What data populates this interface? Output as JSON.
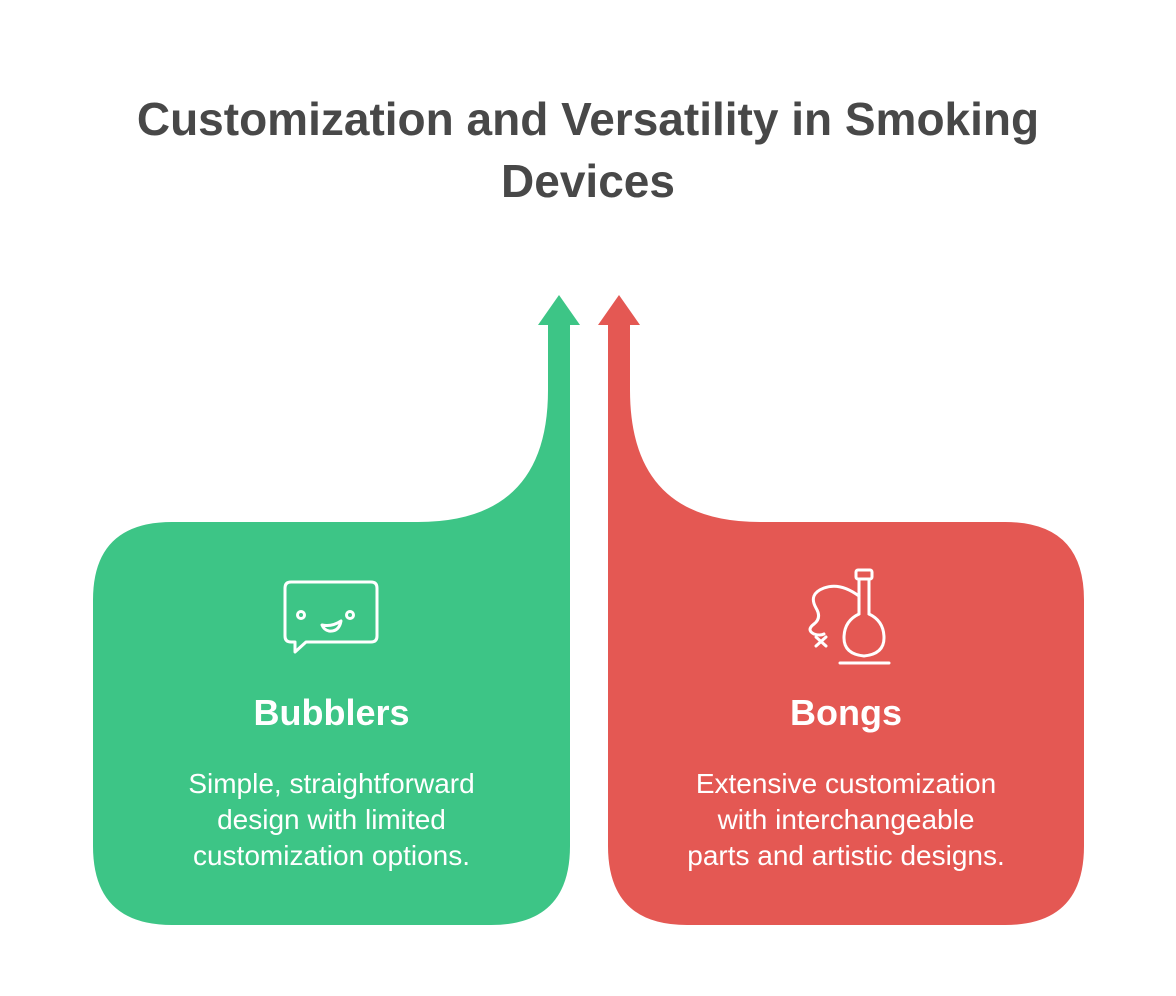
{
  "title": {
    "line1": "Customization and Versatility in Smoking",
    "line2": "Devices"
  },
  "colors": {
    "left": "#3DC586",
    "right": "#E45853",
    "title": "#484848",
    "text_on_card": "#FFFFFF"
  },
  "left_card": {
    "icon": "speech-bubble-face-icon",
    "heading": "Bubblers",
    "description": [
      "Simple, straightforward",
      "design with limited",
      "customization options."
    ]
  },
  "right_card": {
    "icon": "bong-icon",
    "heading": "Bongs",
    "description": [
      "Extensive customization",
      "with interchangeable",
      "parts and artistic designs."
    ]
  }
}
